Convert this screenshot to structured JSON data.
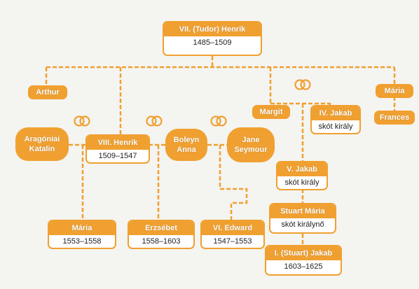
{
  "root": {
    "name": "VII. (Tudor) Henrik",
    "years": "1485–1509"
  },
  "arthur": "Arthur",
  "maria_sister": "Mária",
  "frances": "Frances",
  "margit": "Margit",
  "jakab4": {
    "name": "IV. Jakab",
    "title": "skót király"
  },
  "aragoniai": {
    "line1": "Aragóniai",
    "line2": "Katalin"
  },
  "henrik8": {
    "name": "VIII. Henrik",
    "years": "1509–1547"
  },
  "boleyn": {
    "line1": "Boleyn",
    "line2": "Anna"
  },
  "jane": {
    "line1": "Jane",
    "line2": "Seymour"
  },
  "jakab5": {
    "name": "V. Jakab",
    "title": "skót király"
  },
  "stuart_maria": {
    "name": "Stuart Mária",
    "title": "skót királynő"
  },
  "maria_daughter": {
    "name": "Mária",
    "years": "1553–1558"
  },
  "erzsebet": {
    "name": "Erzsébet",
    "years": "1558–1603"
  },
  "edward6": {
    "name": "VI. Edward",
    "years": "1547–1553"
  },
  "jakab1": {
    "name": "I. (Stuart) Jakab",
    "years": "1603–1625"
  },
  "colors": {
    "accent": "#f0a030",
    "line": "#f0a030",
    "text": "#222222",
    "background": "#f4f4f1"
  },
  "icons": [
    "wedding-rings-icon"
  ]
}
